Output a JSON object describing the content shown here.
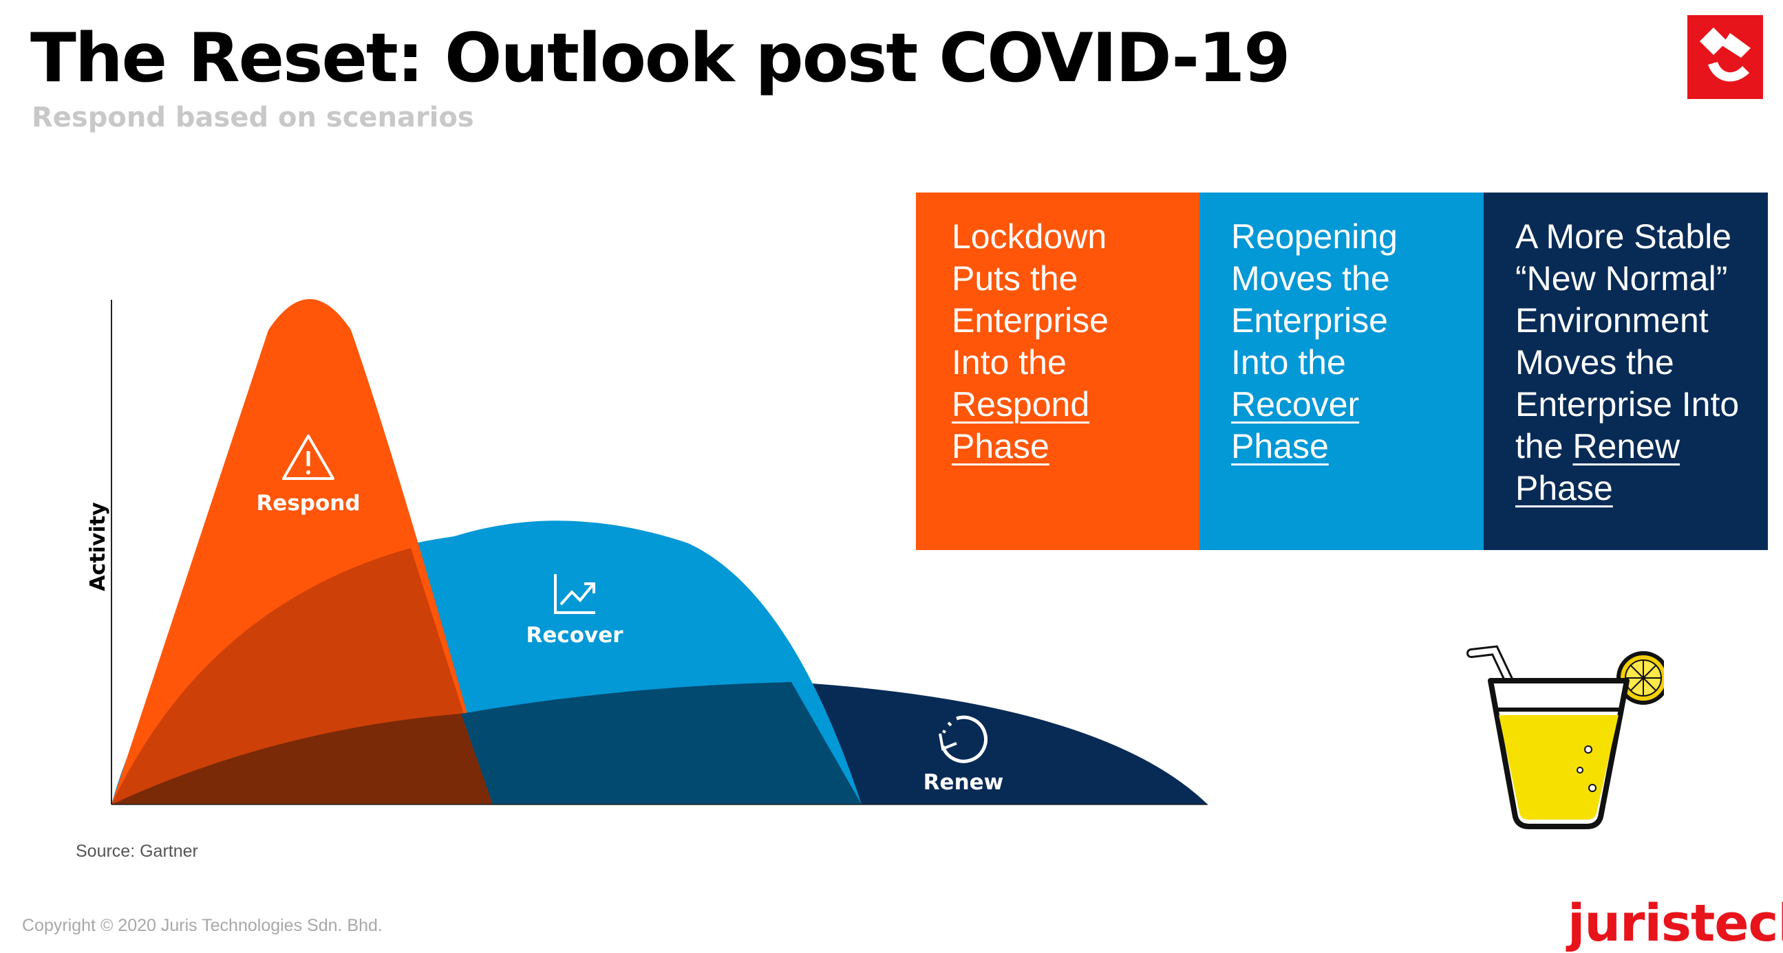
{
  "slide": {
    "title": "The Reset: Outlook post COVID-19",
    "subtitle": "Respond based on scenarios",
    "source": "Source: Gartner",
    "copyright": "Copyright © 2020 Juris Technologies Sdn. Bhd.",
    "brand": "juristech"
  },
  "boxes": [
    {
      "lines": [
        "Lockdown",
        "Puts the",
        "Enterprise",
        "Into the"
      ],
      "link_lines": [
        "Respond",
        "Phase"
      ],
      "color": "#ff560a"
    },
    {
      "lines": [
        "Reopening",
        "Moves the",
        "Enterprise",
        "Into the"
      ],
      "link_lines": [
        "Recover",
        "Phase"
      ],
      "color": "#0398d6"
    },
    {
      "lines": [
        "A More Stable",
        "“New Normal”",
        "Environment",
        "Moves the",
        "Enterprise Into",
        "the"
      ],
      "link_inline": "Renew",
      "link_lines": [
        "Phase"
      ],
      "color": "#082b56"
    }
  ],
  "diagram": {
    "ylabel": "Activity",
    "phases": [
      {
        "label": "Respond",
        "icon": "warning-icon",
        "color": "#ff560a"
      },
      {
        "label": "Recover",
        "icon": "trend-up-icon",
        "color": "#0398d6"
      },
      {
        "label": "Renew",
        "icon": "refresh-icon",
        "color": "#082b56"
      }
    ]
  }
}
